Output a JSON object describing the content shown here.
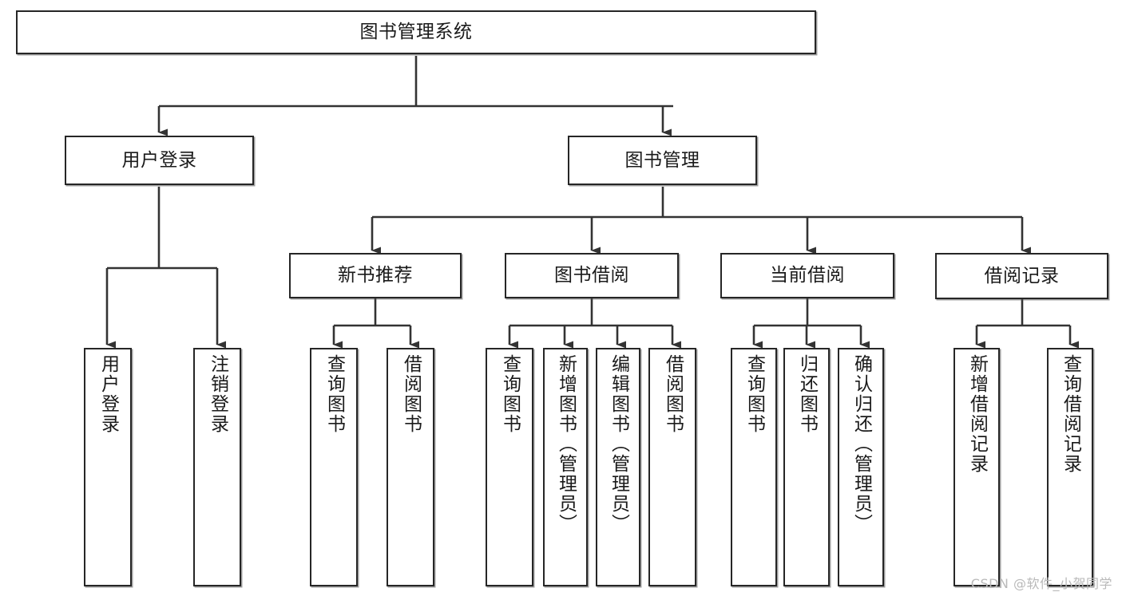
{
  "diagram": {
    "title": "图书管理系统",
    "type": "tree-hierarchy-chart",
    "line_color": "#262626",
    "box_fill": "#ffffff",
    "text_color": "#1a1a1a",
    "root": {
      "id": "root",
      "label": "图书管理系统"
    },
    "level2": [
      {
        "id": "user-login",
        "label": "用户登录"
      },
      {
        "id": "book-management",
        "label": "图书管理"
      }
    ],
    "level3": [
      {
        "id": "new-book-recommend",
        "label": "新书推荐",
        "parent": "book-management"
      },
      {
        "id": "book-borrow",
        "label": "图书借阅",
        "parent": "book-management"
      },
      {
        "id": "current-borrow",
        "label": "当前借阅",
        "parent": "book-management"
      },
      {
        "id": "borrow-record",
        "label": "借阅记录",
        "parent": "book-management"
      }
    ],
    "leaves": [
      {
        "id": "leaf-user-login",
        "label": "用户登录",
        "parent": "user-login"
      },
      {
        "id": "leaf-logout-login",
        "label": "注销登录",
        "parent": "user-login"
      },
      {
        "id": "leaf-query-book-1",
        "label": "查询图书",
        "parent": "new-book-recommend"
      },
      {
        "id": "leaf-borrow-book-1",
        "label": "借阅图书",
        "parent": "new-book-recommend"
      },
      {
        "id": "leaf-query-book-2",
        "label": "查询图书",
        "parent": "book-borrow"
      },
      {
        "id": "leaf-add-book-admin",
        "label": "新增图书（管理员）",
        "parent": "book-borrow"
      },
      {
        "id": "leaf-edit-book-admin",
        "label": "编辑图书（管理员）",
        "parent": "book-borrow"
      },
      {
        "id": "leaf-borrow-book-2",
        "label": "借阅图书",
        "parent": "book-borrow"
      },
      {
        "id": "leaf-query-book-3",
        "label": "查询图书",
        "parent": "current-borrow"
      },
      {
        "id": "leaf-return-book",
        "label": "归还图书",
        "parent": "current-borrow"
      },
      {
        "id": "leaf-confirm-return-admin",
        "label": "确认归还（管理员）",
        "parent": "current-borrow"
      },
      {
        "id": "leaf-add-borrow-record",
        "label": "新增借阅记录",
        "parent": "borrow-record"
      },
      {
        "id": "leaf-query-borrow-record",
        "label": "查询借阅记录",
        "parent": "borrow-record"
      }
    ]
  },
  "watermark": {
    "text": "CSDN @软件_小贺同学"
  }
}
